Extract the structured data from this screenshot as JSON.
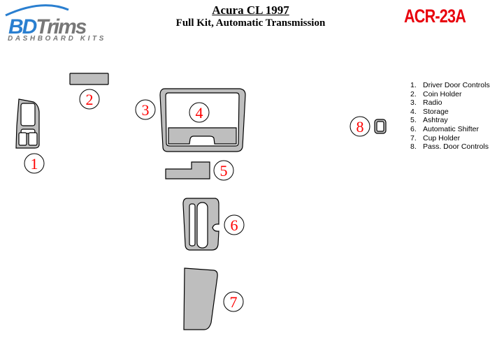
{
  "header": {
    "logo_brand_a": "BD",
    "logo_brand_b": "Trims",
    "logo_tagline": "DASHBOARD KITS",
    "title": "Acura CL 1997",
    "subtitle": "Full Kit, Automatic Transmission",
    "kit_code": "ACR-23A"
  },
  "colors": {
    "part_fill": "#bebebe",
    "label_red": "#ff0000",
    "code_red": "#e8000c",
    "logo_blue": "#2a7fd0"
  },
  "part_numbers": [
    "1",
    "2",
    "3",
    "4",
    "5",
    "6",
    "7",
    "8"
  ],
  "legend": [
    {
      "num": "1.",
      "label": "Driver Door Controls"
    },
    {
      "num": "2.",
      "label": "Coin Holder"
    },
    {
      "num": "3.",
      "label": "Radio"
    },
    {
      "num": "4.",
      "label": "Storage"
    },
    {
      "num": "5.",
      "label": "Ashtray"
    },
    {
      "num": "6.",
      "label": "Automatic Shifter"
    },
    {
      "num": "7.",
      "label": "Cup Holder"
    },
    {
      "num": "8.",
      "label": "Pass. Door Controls"
    }
  ]
}
